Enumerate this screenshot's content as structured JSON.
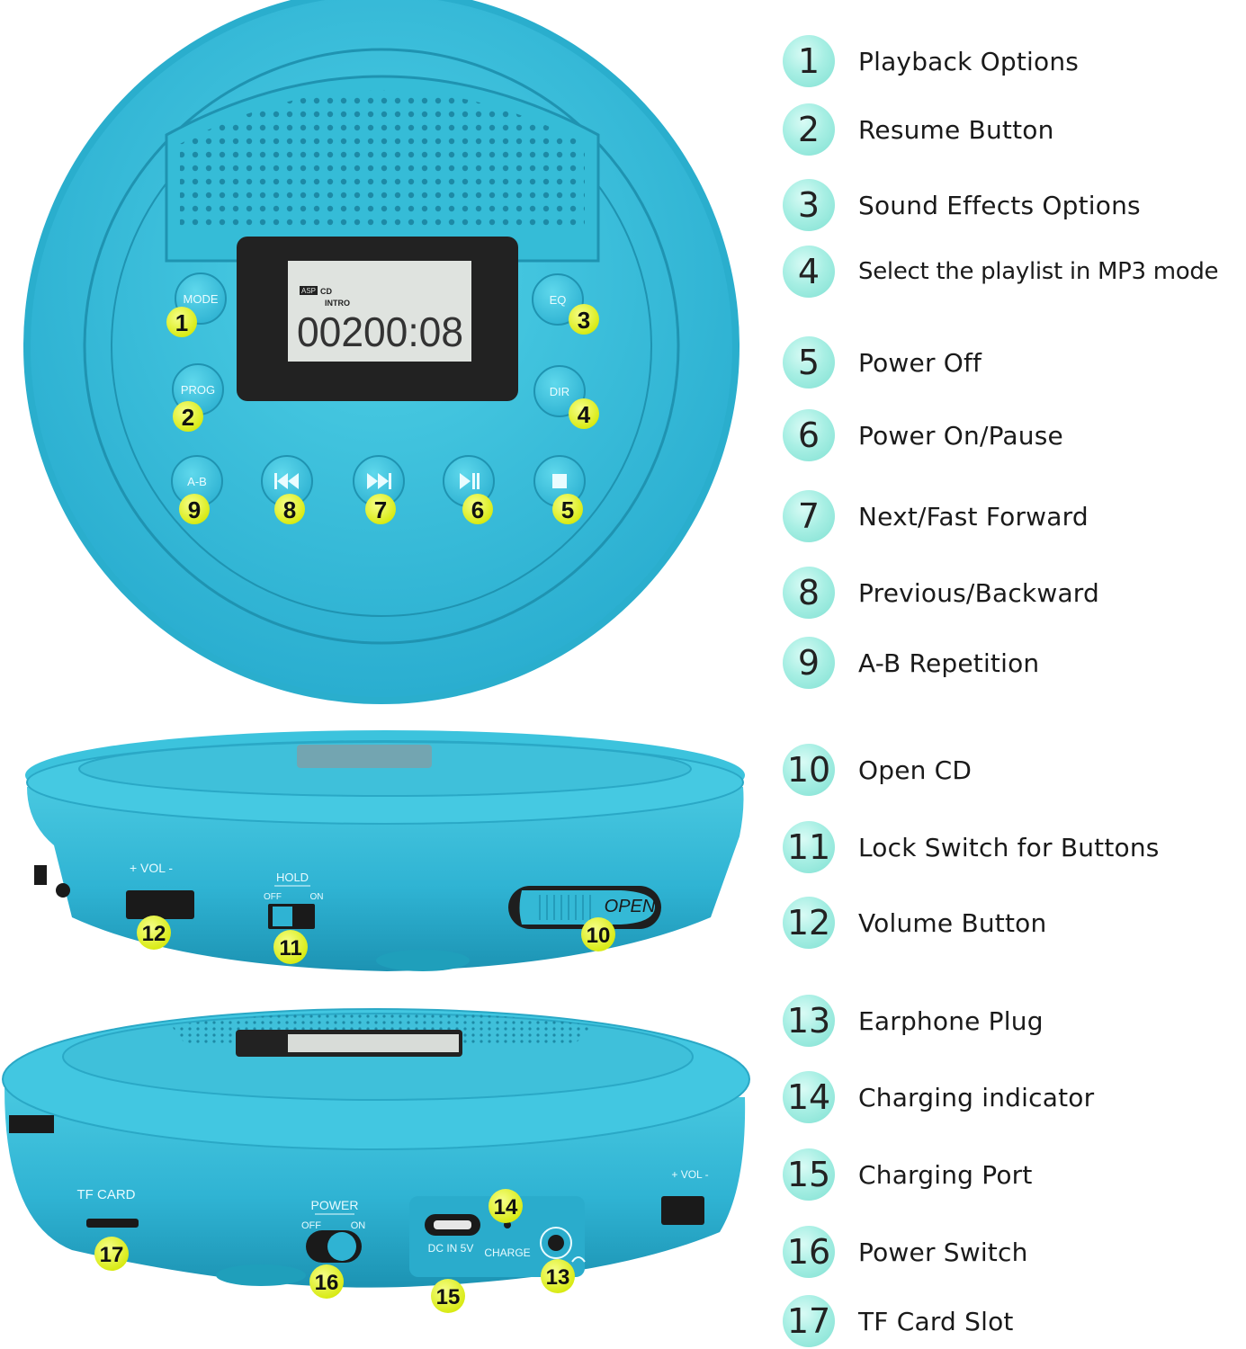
{
  "device_labels": {
    "mode": "MODE",
    "prog": "PROG",
    "eq": "EQ",
    "dir": "DIR",
    "ab": "A-B",
    "lcd_asp": "ASP",
    "lcd_cd": "CD",
    "lcd_intro": "INTRO",
    "lcd_time": "00200:08",
    "vol": "+ VOL -",
    "hold": "HOLD",
    "off": "OFF",
    "on": "ON",
    "open": "OPEN",
    "tf_card": "TF CARD",
    "power": "POWER",
    "dc_in": "DC IN 5V",
    "charge": "CHARGE",
    "vol_short": "+ VOL -"
  },
  "callouts": [
    "1",
    "2",
    "3",
    "4",
    "5",
    "6",
    "7",
    "8",
    "9",
    "10",
    "11",
    "12",
    "13",
    "14",
    "15",
    "16",
    "17"
  ],
  "legend": [
    {
      "num": "1",
      "label": "Playback Options"
    },
    {
      "num": "2",
      "label": "Resume Button"
    },
    {
      "num": "3",
      "label": "Sound Effects Options"
    },
    {
      "num": "4",
      "label": "Select the playlist in MP3 mode"
    },
    {
      "num": "5",
      "label": "Power Off"
    },
    {
      "num": "6",
      "label": "Power On/Pause"
    },
    {
      "num": "7",
      "label": "Next/Fast Forward"
    },
    {
      "num": "8",
      "label": "Previous/Backward"
    },
    {
      "num": "9",
      "label": "A-B Repetition"
    },
    {
      "num": "10",
      "label": "Open CD"
    },
    {
      "num": "11",
      "label": "Lock Switch for Buttons"
    },
    {
      "num": "12",
      "label": "Volume Button"
    },
    {
      "num": "13",
      "label": "Earphone Plug"
    },
    {
      "num": "14",
      "label": "Charging indicator"
    },
    {
      "num": "15",
      "label": "Charging Port"
    },
    {
      "num": "16",
      "label": "Power Switch"
    },
    {
      "num": "17",
      "label": "TF Card Slot"
    }
  ],
  "colors": {
    "body": "#35bfd9",
    "body_dark": "#1f9fbb",
    "callout": "#e7f53a",
    "legend_circle": "#9ff0e3"
  },
  "icons": [
    "speaker-grille-icon",
    "prev-track-icon",
    "next-track-icon",
    "play-pause-icon",
    "stop-icon",
    "headphone-icon"
  ]
}
